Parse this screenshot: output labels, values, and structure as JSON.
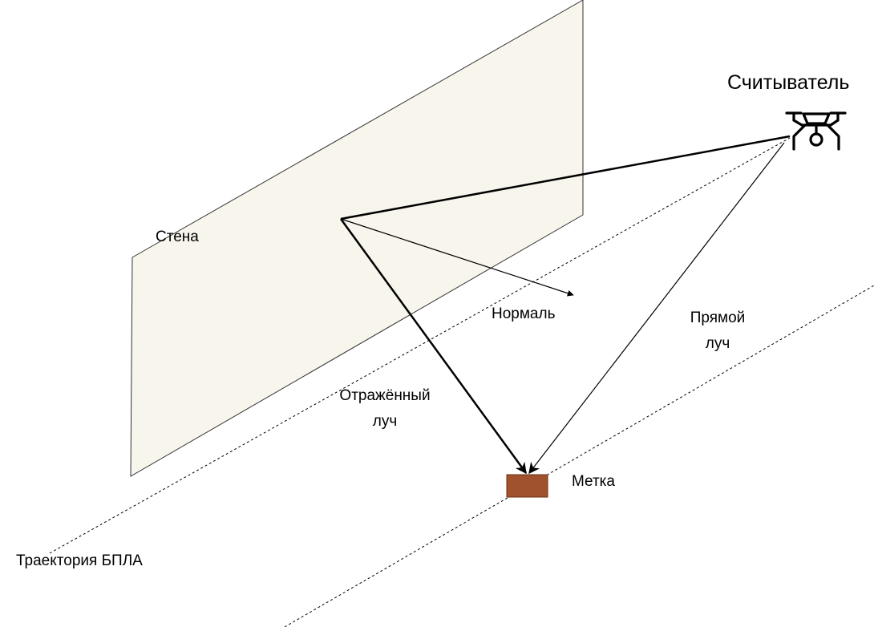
{
  "labels": {
    "reader": "Считыватель",
    "wall": "Стена",
    "normal": "Нормаль",
    "direct_ray": [
      "Прямой",
      "луч"
    ],
    "reflected_ray": [
      "Отражённый",
      "луч"
    ],
    "tag": "Метка",
    "trajectory": "Траектория БПЛА"
  },
  "colors": {
    "wall_fill": "#f7f5ec",
    "wall_stroke": "#333333",
    "tag_fill": "#a0522d",
    "tag_stroke": "#6b2e12",
    "line": "#000000"
  },
  "icons": {
    "reader": "drone-icon"
  }
}
